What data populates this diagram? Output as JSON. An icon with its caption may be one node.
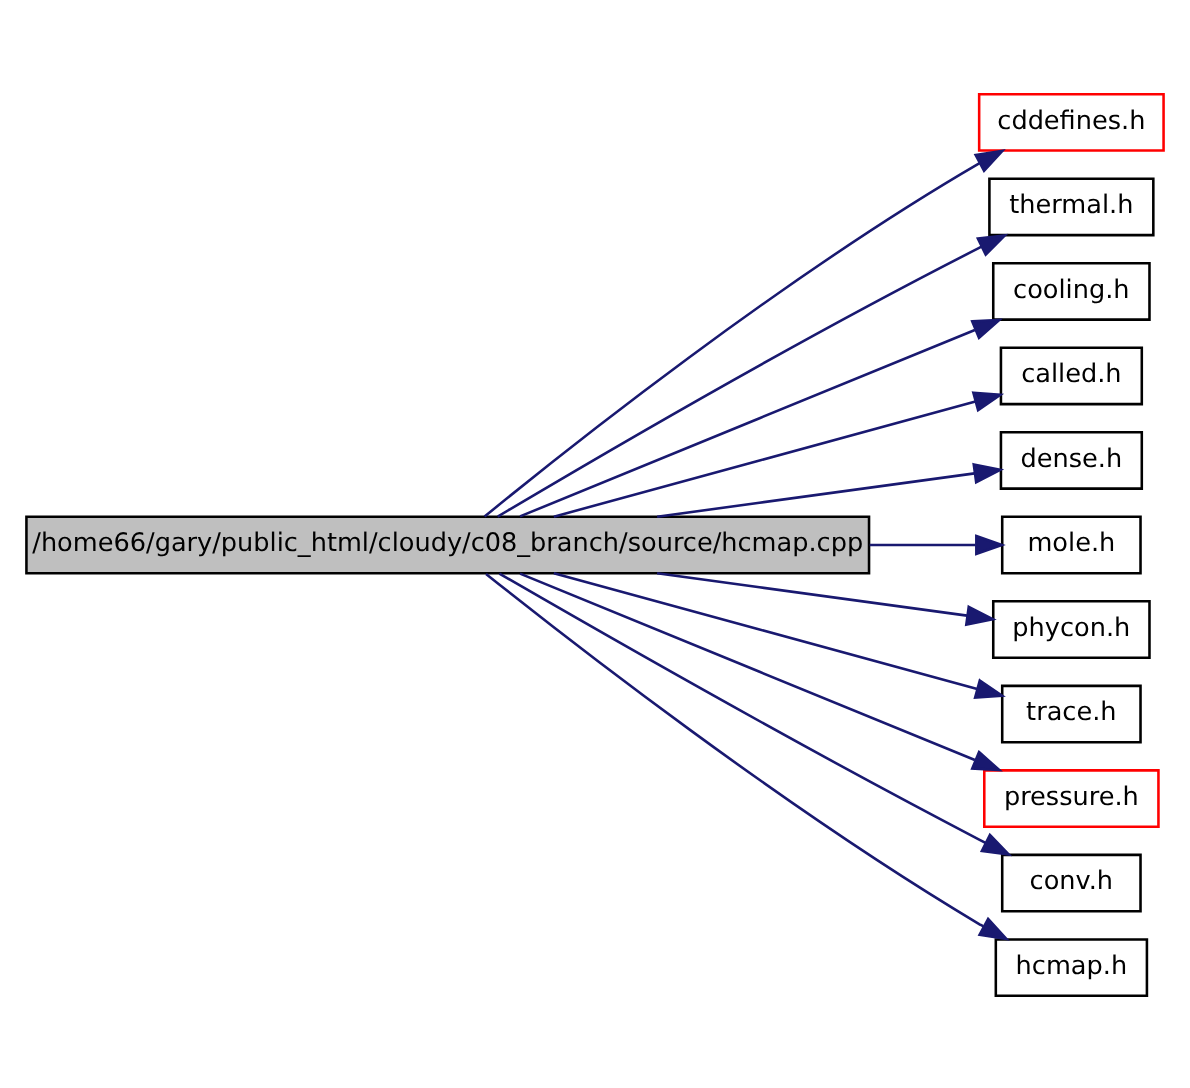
{
  "diagram": {
    "nodes": [
      {
        "text": [
          "/home66/gary/public_html/cloudy/c08_branch/source/hcmap.cpp"
        ]
      },
      {
        "text": [
          "cddefines.h"
        ]
      },
      {
        "text": [
          "thermal.h"
        ]
      },
      {
        "text": [
          "cooling.h"
        ]
      },
      {
        "text": [
          "called.h"
        ]
      },
      {
        "text": [
          "dense.h"
        ]
      },
      {
        "text": [
          "mole.h"
        ]
      },
      {
        "text": [
          "phycon.h"
        ]
      },
      {
        "text": [
          "trace.h"
        ]
      },
      {
        "text": [
          "pressure.h"
        ]
      },
      {
        "text": [
          "conv.h"
        ]
      },
      {
        "text": [
          "hcmap.h"
        ]
      }
    ],
    "edges": [
      {
        "from": 0,
        "to": 1,
        "arrow": "to"
      },
      {
        "from": 0,
        "to": 2,
        "arrow": "to"
      },
      {
        "from": 0,
        "to": 3,
        "arrow": "to"
      },
      {
        "from": 0,
        "to": 4,
        "arrow": "to"
      },
      {
        "from": 0,
        "to": 5,
        "arrow": "to"
      },
      {
        "from": 0,
        "to": 6,
        "arrow": "to"
      },
      {
        "from": 0,
        "to": 7,
        "arrow": "to"
      },
      {
        "from": 0,
        "to": 8,
        "arrow": "to"
      },
      {
        "from": 0,
        "to": 9,
        "arrow": "to"
      },
      {
        "from": 0,
        "to": 10,
        "arrow": "to"
      },
      {
        "from": 0,
        "to": 11,
        "arrow": "to"
      }
    ]
  }
}
